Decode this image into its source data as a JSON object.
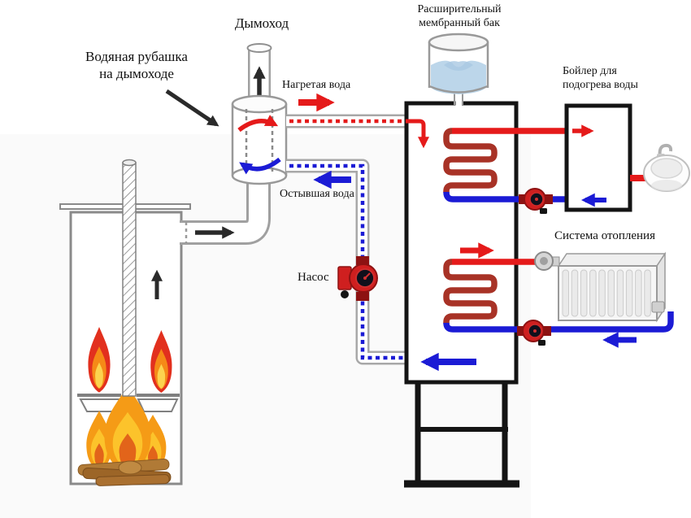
{
  "labels": {
    "chimney": "Дымоход",
    "water_jacket": "Водяная рубашка\nна дымоходе",
    "heated_water": "Нагретая вода",
    "cooled_water": "Остывшая вода",
    "expansion_tank": "Расширительный\nмембранный бак",
    "boiler": "Бойлер для\nподогрева воды",
    "heating_system": "Система отопления",
    "pump": "Насос"
  },
  "colors": {
    "hot_water": "#e51a1a",
    "cold_water": "#1b1bd5",
    "coil_dark_red": "#a83226",
    "pump_body_red": "#cf1f1f",
    "structure_black": "#141414",
    "pipe_outline_gray": "#a0a0a0",
    "flame_orange": "#f59b16",
    "flame_red": "#e2301e",
    "flame_yellow": "#fcd34f",
    "expansion_water_blue": "#bcd6ea"
  }
}
